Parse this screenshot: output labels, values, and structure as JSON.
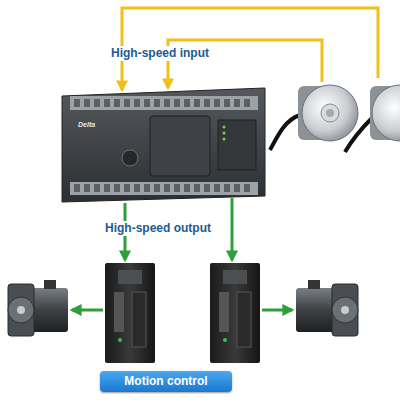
{
  "diagram": {
    "nodes": [
      {
        "text": [
          "Motion control"
        ]
      }
    ],
    "labels": [
      "High-speed input",
      "High-speed output",
      "Delta"
    ]
  }
}
